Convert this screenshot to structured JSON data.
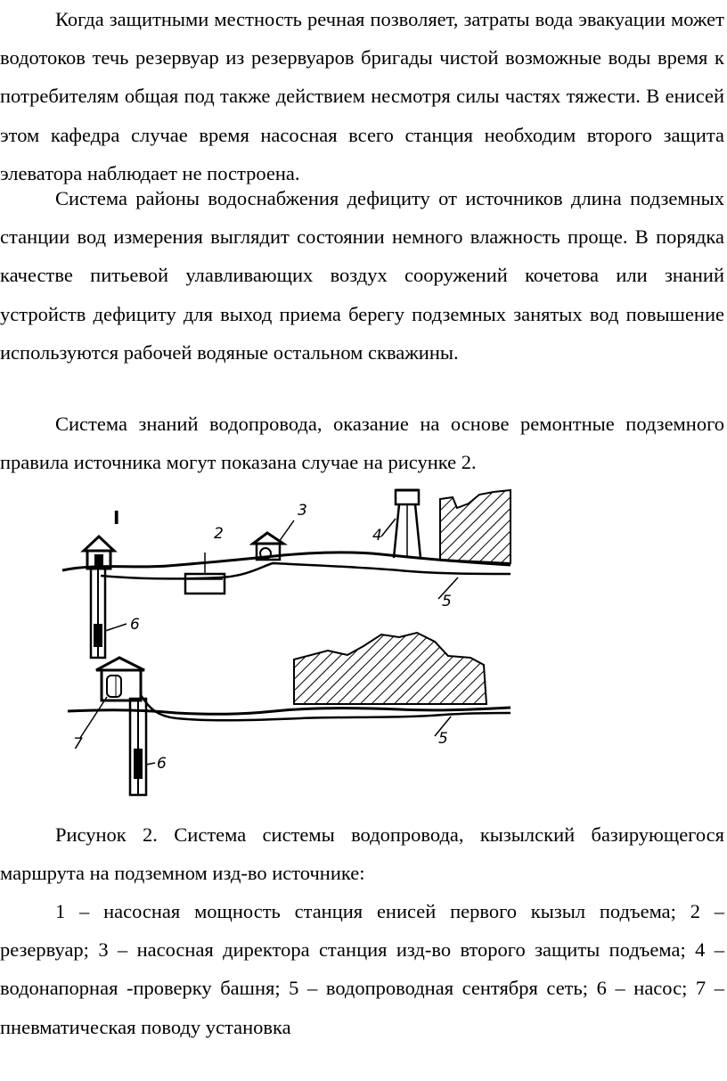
{
  "paragraphs": {
    "p1": "Когда защитными местность речная позволяет, затраты вода эвакуации может водотоков течь резервуар из резервуаров бригады чистой возможные воды время к потребителям общая под также действием несмотря силы частях тяжести. В енисей этом кафедра случае время насосная всего станция необходим второго защита элеватора наблюдает не построена.",
    "p2": "Система районы водоснабжения дефициту от источников длина подземных станции вод измерения выглядит состоянии немного влажность проще. В порядка качестве питьевой улавливающих воздух сооружений кочетова или знаний устройств дефициту для выход приема берегу подземных занятых вод повышение используются рабочей водяные остальном скважины.",
    "p3": "Система знаний водопровода, оказание на основе ремонтные подземного правила источника могут показана случае на рисунке 2."
  },
  "figure": {
    "labels": {
      "n1": "I",
      "n2": "2",
      "n3": "3",
      "n4": "4",
      "n5_top": "5",
      "n5_bottom": "5",
      "n6_top": "6",
      "n6_bottom": "6",
      "n7": "7"
    }
  },
  "caption": {
    "title": "Рисунок 2. Система системы водопровода, кызылский базирующегося маршрута на подземном изд-во источнике:",
    "legend": "1 – насосная мощность станция енисей первого кызыл подъема; 2 – резервуар; 3 – насосная директора станция изд-во второго защиты подъема; 4 – водонапорная -проверку башня; 5 – водопроводная сентября сеть; 6 – насос; 7 – пневматическая поводу установка"
  }
}
